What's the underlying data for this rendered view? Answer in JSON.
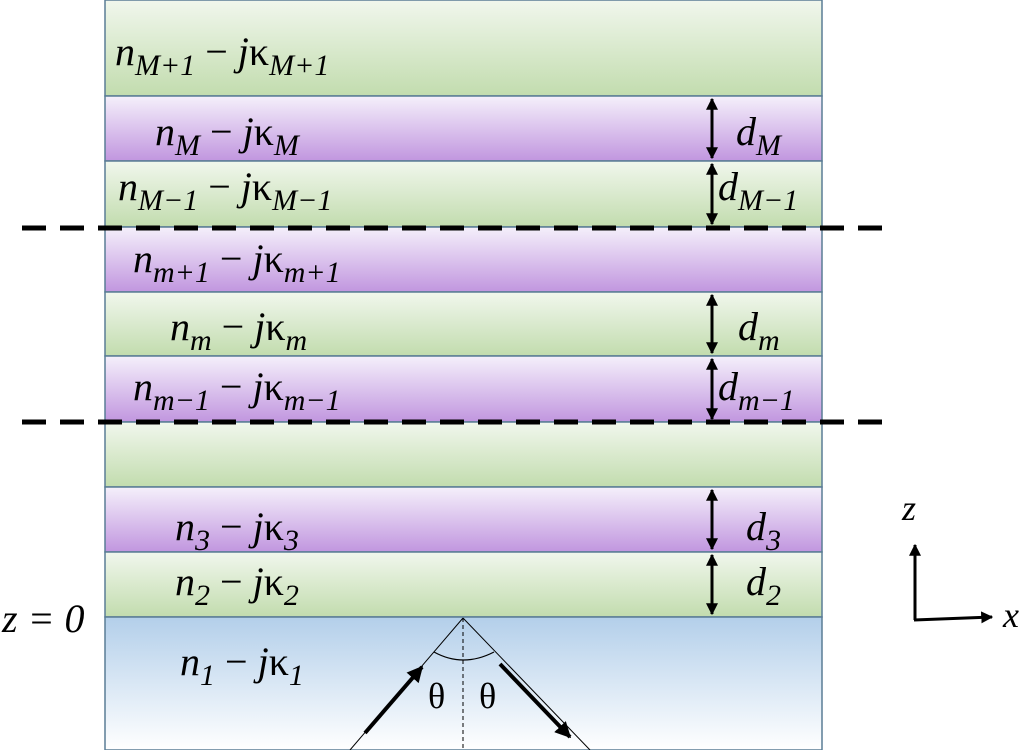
{
  "symbols": {
    "n": "n",
    "minus": " − ",
    "j": "j",
    "kappa": "κ",
    "d": "d",
    "theta": "θ"
  },
  "layers": [
    {
      "medium": "green",
      "sub": "M+1"
    },
    {
      "medium": "purple",
      "sub": "M",
      "thickness_sub": "M"
    },
    {
      "medium": "green",
      "sub": "M−1",
      "thickness_sub": "M−1"
    },
    {
      "medium": "purple",
      "sub": "m+1"
    },
    {
      "medium": "green",
      "sub": "m",
      "thickness_sub": "m"
    },
    {
      "medium": "purple",
      "sub": "m−1",
      "thickness_sub": "m−1"
    },
    {
      "medium": "green"
    },
    {
      "medium": "purple",
      "sub": "3",
      "thickness_sub": "3"
    },
    {
      "medium": "green",
      "sub": "2",
      "thickness_sub": "2"
    },
    {
      "medium": "blue",
      "sub": "1"
    }
  ],
  "origin_label": "z = 0",
  "axes": {
    "vertical": "z",
    "horizontal": "x"
  },
  "colors": {
    "green_top": "#f1f7ed",
    "green_bottom": "#c2dcae",
    "purple_top": "#f5f0fb",
    "purple_bottom": "#c196df",
    "blue_top": "#b3cfea",
    "blue_bottom": "#ffffff",
    "border": "#5a7d95"
  }
}
